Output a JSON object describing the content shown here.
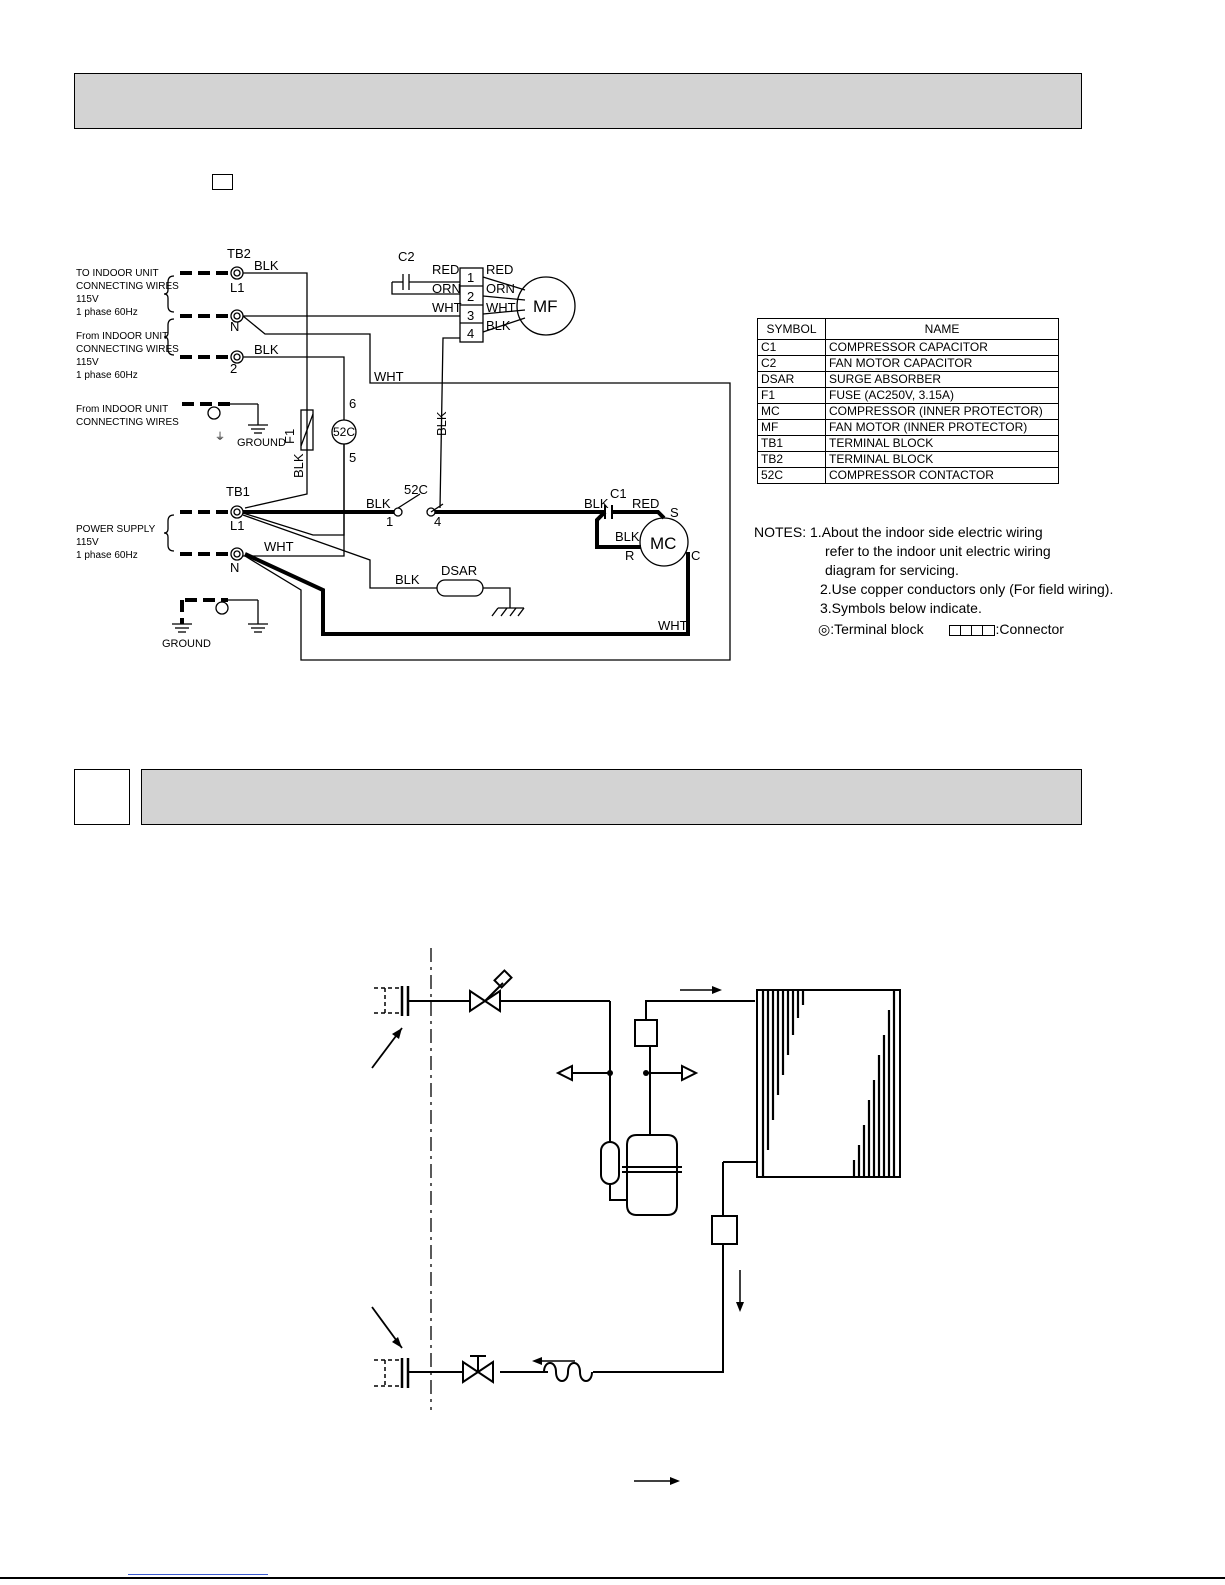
{
  "wiring": {
    "tb2": "TB2",
    "tb1": "TB1",
    "c2": "C2",
    "c1": "C1",
    "f1": "F1",
    "mf": "MF",
    "mc": "MC",
    "c52": "52C",
    "dsar": "DSAR",
    "ground": "GROUND",
    "l1": "L1",
    "n": "N",
    "two": "2",
    "pin1": "1",
    "pin2": "2",
    "pin3": "3",
    "pin4": "4",
    "contact6": "6",
    "contact5": "5",
    "sw1": "1",
    "sw4": "4",
    "blk": "BLK",
    "wht": "WHT",
    "red": "RED",
    "orn": "ORN",
    "s": "S",
    "r": "R",
    "c": "C",
    "group_to_indoor": [
      "TO INDOOR UNIT",
      "CONNECTING WIRES",
      "115V",
      "1 phase 60Hz"
    ],
    "group_from_indoor": [
      "From INDOOR UNIT",
      "CONNECTING WIRES",
      "115V",
      "1 phase 60Hz"
    ],
    "group_from_indoor_gnd": [
      "From INDOOR UNIT",
      "CONNECTING WIRES"
    ],
    "group_power": [
      "POWER SUPPLY",
      "115V",
      "1 phase 60Hz"
    ]
  },
  "symbols": {
    "header": [
      "SYMBOL",
      "NAME"
    ],
    "rows": [
      [
        "C1",
        "COMPRESSOR CAPACITOR"
      ],
      [
        "C2",
        "FAN MOTOR CAPACITOR"
      ],
      [
        "DSAR",
        "SURGE ABSORBER"
      ],
      [
        "F1",
        "FUSE (AC250V, 3.15A)"
      ],
      [
        "MC",
        "COMPRESSOR (INNER PROTECTOR)"
      ],
      [
        "MF",
        "FAN MOTOR (INNER PROTECTOR)"
      ],
      [
        "TB1",
        "TERMINAL BLOCK"
      ],
      [
        "TB2",
        "TERMINAL BLOCK"
      ],
      [
        "52C",
        "COMPRESSOR CONTACTOR"
      ]
    ]
  },
  "notes": {
    "label": "NOTES:",
    "n1a": "1.About the indoor side electric wiring",
    "n1b": "refer to the indoor unit electric wiring",
    "n1c": "diagram for servicing.",
    "n2": "2.Use copper conductors only (For field wiring).",
    "n3": "3.Symbols below indicate.",
    "terminal": ":Terminal block",
    "connector": ":Connector"
  }
}
